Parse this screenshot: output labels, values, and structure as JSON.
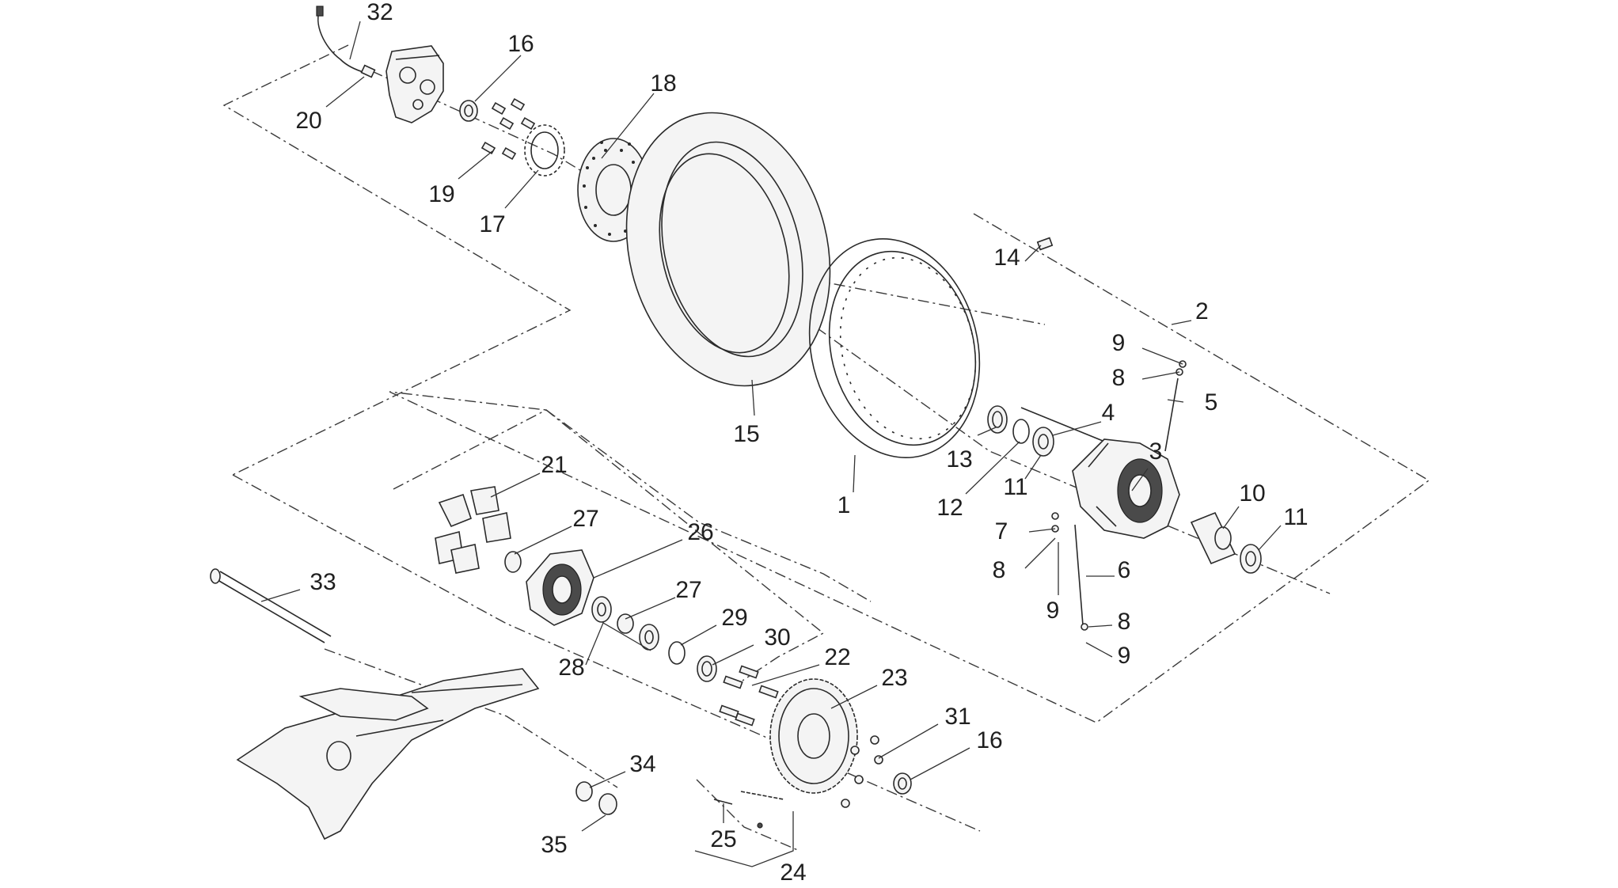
{
  "diagram": {
    "callouts": [
      {
        "id": "c32",
        "text": "32"
      },
      {
        "id": "c16a",
        "text": "16"
      },
      {
        "id": "c20",
        "text": "20"
      },
      {
        "id": "c18",
        "text": "18"
      },
      {
        "id": "c19",
        "text": "19"
      },
      {
        "id": "c17",
        "text": "17"
      },
      {
        "id": "c14",
        "text": "14"
      },
      {
        "id": "c2",
        "text": "2"
      },
      {
        "id": "c9a",
        "text": "9"
      },
      {
        "id": "c8a",
        "text": "8"
      },
      {
        "id": "c5",
        "text": "5"
      },
      {
        "id": "c4",
        "text": "4"
      },
      {
        "id": "c15",
        "text": "15"
      },
      {
        "id": "c13",
        "text": "13"
      },
      {
        "id": "c3",
        "text": "3"
      },
      {
        "id": "c11a",
        "text": "11"
      },
      {
        "id": "c12",
        "text": "12"
      },
      {
        "id": "c1",
        "text": "1"
      },
      {
        "id": "c10",
        "text": "10"
      },
      {
        "id": "c11b",
        "text": "11"
      },
      {
        "id": "c7",
        "text": "7"
      },
      {
        "id": "c8b",
        "text": "8"
      },
      {
        "id": "c6",
        "text": "6"
      },
      {
        "id": "c9b",
        "text": "9"
      },
      {
        "id": "c8c",
        "text": "8"
      },
      {
        "id": "c9c",
        "text": "9"
      },
      {
        "id": "c21",
        "text": "21"
      },
      {
        "id": "c27a",
        "text": "27"
      },
      {
        "id": "c26",
        "text": "26"
      },
      {
        "id": "c33",
        "text": "33"
      },
      {
        "id": "c27b",
        "text": "27"
      },
      {
        "id": "c29",
        "text": "29"
      },
      {
        "id": "c30",
        "text": "30"
      },
      {
        "id": "c28",
        "text": "28"
      },
      {
        "id": "c22",
        "text": "22"
      },
      {
        "id": "c23",
        "text": "23"
      },
      {
        "id": "c31",
        "text": "31"
      },
      {
        "id": "c16b",
        "text": "16"
      },
      {
        "id": "c34",
        "text": "34"
      },
      {
        "id": "c35",
        "text": "35"
      },
      {
        "id": "c25",
        "text": "25"
      },
      {
        "id": "c24",
        "text": "24"
      }
    ]
  }
}
